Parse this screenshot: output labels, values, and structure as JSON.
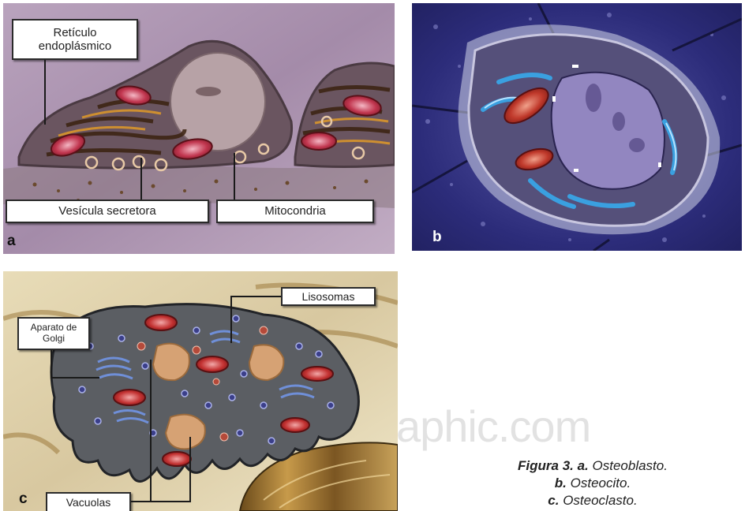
{
  "panel_a": {
    "letter": "a",
    "labels": {
      "reticulo_line1": "Retículo",
      "reticulo_line2": "endoplásmico",
      "vesicula": "Vesícula secretora",
      "mitocondria": "Mitocondria"
    }
  },
  "panel_b": {
    "letter": "b"
  },
  "panel_c": {
    "letter": "c",
    "labels": {
      "lisosomas": "Lisosomas",
      "golgi_line1": "Aparato de",
      "golgi_line2": "Golgi",
      "vacuolas": "Vacuolas"
    }
  },
  "watermark": "aphic.com",
  "caption": {
    "line1_bold": "Figura 3. a.",
    "line1_rest": "Osteoblasto.",
    "line2_bold": "b.",
    "line2_rest": "Osteocito.",
    "line3_bold": "c.",
    "line3_rest": "Osteoclasto."
  }
}
